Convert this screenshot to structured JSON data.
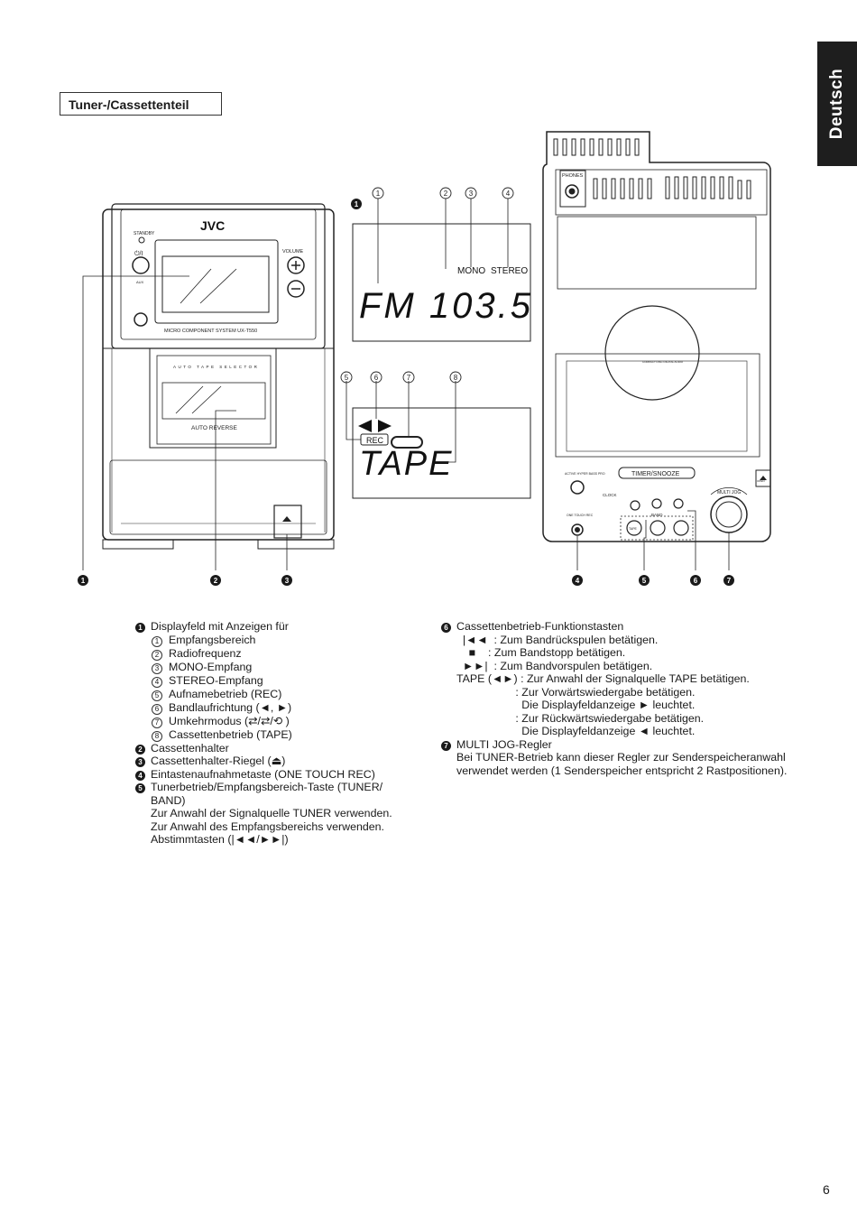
{
  "side_tab": "Deutsch",
  "section_title": "Tuner-/Cassettenteil",
  "page_number": "6",
  "figure": {
    "brand": "JVC",
    "standby_label": "STANDBY",
    "power_label": "⏻/I",
    "aux_label": "AUX",
    "volume_label": "VOLUME",
    "model_label": "MICRO COMPONENT SYSTEM UX-T550",
    "auto_tape_selector": "AUTO TAPE SELECTOR",
    "auto_reverse": "AUTO REVERSE",
    "display_fm": "FM 103.5",
    "mono": "MONO",
    "stereo": "STEREO",
    "rec": "REC",
    "display_tape": "TAPE",
    "phones": "PHONES",
    "timer_snooze": "TIMER/SNOOZE",
    "active_hyper_bass": "ACTIVE HYPER BASS PRO",
    "clock": "CLOCK",
    "one_touch_rec": "ONE TOUCH REC",
    "band": "BAND",
    "tape_btn": "TAPE",
    "multi_jog": "MULTI JOG",
    "open_label": "OPEN",
    "compact_disc": "COMPACT DISC DIGITAL AUDIO",
    "callouts_black": [
      "1",
      "2",
      "3",
      "4",
      "5",
      "6",
      "7"
    ],
    "callouts_circle": [
      "1",
      "2",
      "3",
      "4",
      "5",
      "6",
      "7",
      "8"
    ]
  },
  "left_column": [
    {
      "style": "bullet",
      "num": "1",
      "text": "Displayfeld mit Anzeigen für"
    },
    {
      "style": "circle",
      "num": "1",
      "text": "Empfangsbereich"
    },
    {
      "style": "circle",
      "num": "2",
      "text": "Radiofrequenz"
    },
    {
      "style": "circle",
      "num": "3",
      "text": "MONO-Empfang"
    },
    {
      "style": "circle",
      "num": "4",
      "text": "STEREO-Empfang"
    },
    {
      "style": "circle",
      "num": "5",
      "text": "Aufnamebetrieb (REC)"
    },
    {
      "style": "circle",
      "num": "6",
      "text": "Bandlaufrichtung (◄, ►)"
    },
    {
      "style": "circle",
      "num": "7",
      "text": "Umkehrmodus (⇄/⇄/⟲ )"
    },
    {
      "style": "circle",
      "num": "8",
      "text": "Cassettenbetrieb (TAPE)"
    },
    {
      "style": "bullet",
      "num": "2",
      "text": "Cassettenhalter"
    },
    {
      "style": "bullet",
      "num": "3",
      "text": "Cassettenhalter-Riegel (⏏)"
    },
    {
      "style": "bullet",
      "num": "4",
      "text": "Eintastenaufnahmetaste (ONE TOUCH REC)"
    },
    {
      "style": "bullet",
      "num": "5",
      "text": "Tunerbetrieb/Empfangsbereich-Taste (TUNER/"
    },
    {
      "style": "plain",
      "num": "",
      "text": "BAND)"
    },
    {
      "style": "plain",
      "num": "",
      "text": "Zur Anwahl der Signalquelle TUNER verwenden."
    },
    {
      "style": "plain",
      "num": "",
      "text": "Zur Anwahl des Empfangsbereichs verwenden."
    },
    {
      "style": "plain",
      "num": "",
      "text": "Abstimmtasten (|◄◄/►►|)"
    }
  ],
  "right_column": [
    {
      "style": "bullet",
      "num": "6",
      "text": "Cassettenbetrieb-Funktionstasten"
    },
    {
      "style": "plain",
      "num": "",
      "text": "  |◄◄  : Zum Bandrückspulen betätigen."
    },
    {
      "style": "plain",
      "num": "",
      "text": "    ■    : Zum Bandstopp betätigen."
    },
    {
      "style": "plain",
      "num": "",
      "text": "  ►►|  : Zum Bandvorspulen betätigen."
    },
    {
      "style": "plain",
      "num": "",
      "text": "TAPE (◄►) : Zur Anwahl der Signalquelle TAPE betätigen."
    },
    {
      "style": "plain",
      "num": "",
      "text": "                   : Zur Vorwärtswiedergabe betätigen."
    },
    {
      "style": "plain",
      "num": "",
      "text": "                     Die Displayfeldanzeige ► leuchtet."
    },
    {
      "style": "plain",
      "num": "",
      "text": "                   : Zur Rückwärtswiedergabe betätigen."
    },
    {
      "style": "plain",
      "num": "",
      "text": "                     Die Displayfeldanzeige ◄ leuchtet."
    },
    {
      "style": "bullet",
      "num": "7",
      "text": "MULTI JOG-Regler"
    },
    {
      "style": "plain",
      "num": "",
      "text": "Bei TUNER-Betrieb kann dieser Regler zur Senderspeicheranwahl"
    },
    {
      "style": "plain",
      "num": "",
      "text": "verwendet werden (1 Senderspeicher entspricht 2 Rastpositionen)."
    }
  ]
}
